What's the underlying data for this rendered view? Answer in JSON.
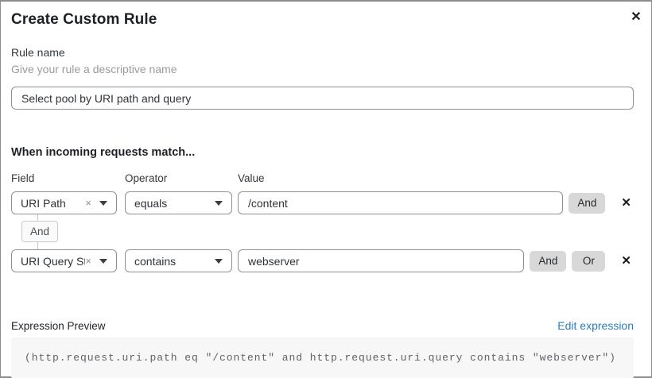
{
  "modal": {
    "title": "Create Custom Rule",
    "close_icon": "✕"
  },
  "rule_name": {
    "label": "Rule name",
    "hint": "Give your rule a descriptive name",
    "value": "Select pool by URI path and query"
  },
  "matcher": {
    "heading": "When incoming requests match...",
    "columns": {
      "field": "Field",
      "operator": "Operator",
      "value": "Value"
    },
    "clear_icon": "×",
    "remove_icon": "✕",
    "connector_label": "And",
    "rows": [
      {
        "field": "URI Path",
        "operator": "equals",
        "value": "/content",
        "buttons": [
          "And"
        ]
      },
      {
        "field": "URI Query St...",
        "operator": "contains",
        "value": "webserver",
        "buttons": [
          "And",
          "Or"
        ]
      }
    ]
  },
  "expression": {
    "label": "Expression Preview",
    "edit_link": "Edit expression",
    "code": "(http.request.uri.path eq \"/content\" and http.request.uri.query contains \"webserver\")"
  },
  "colors": {
    "link_blue": "#2d7cb5",
    "button_gray": "#d8d8d8",
    "code_bg": "#f7f7f7",
    "border_gray": "#919191"
  }
}
